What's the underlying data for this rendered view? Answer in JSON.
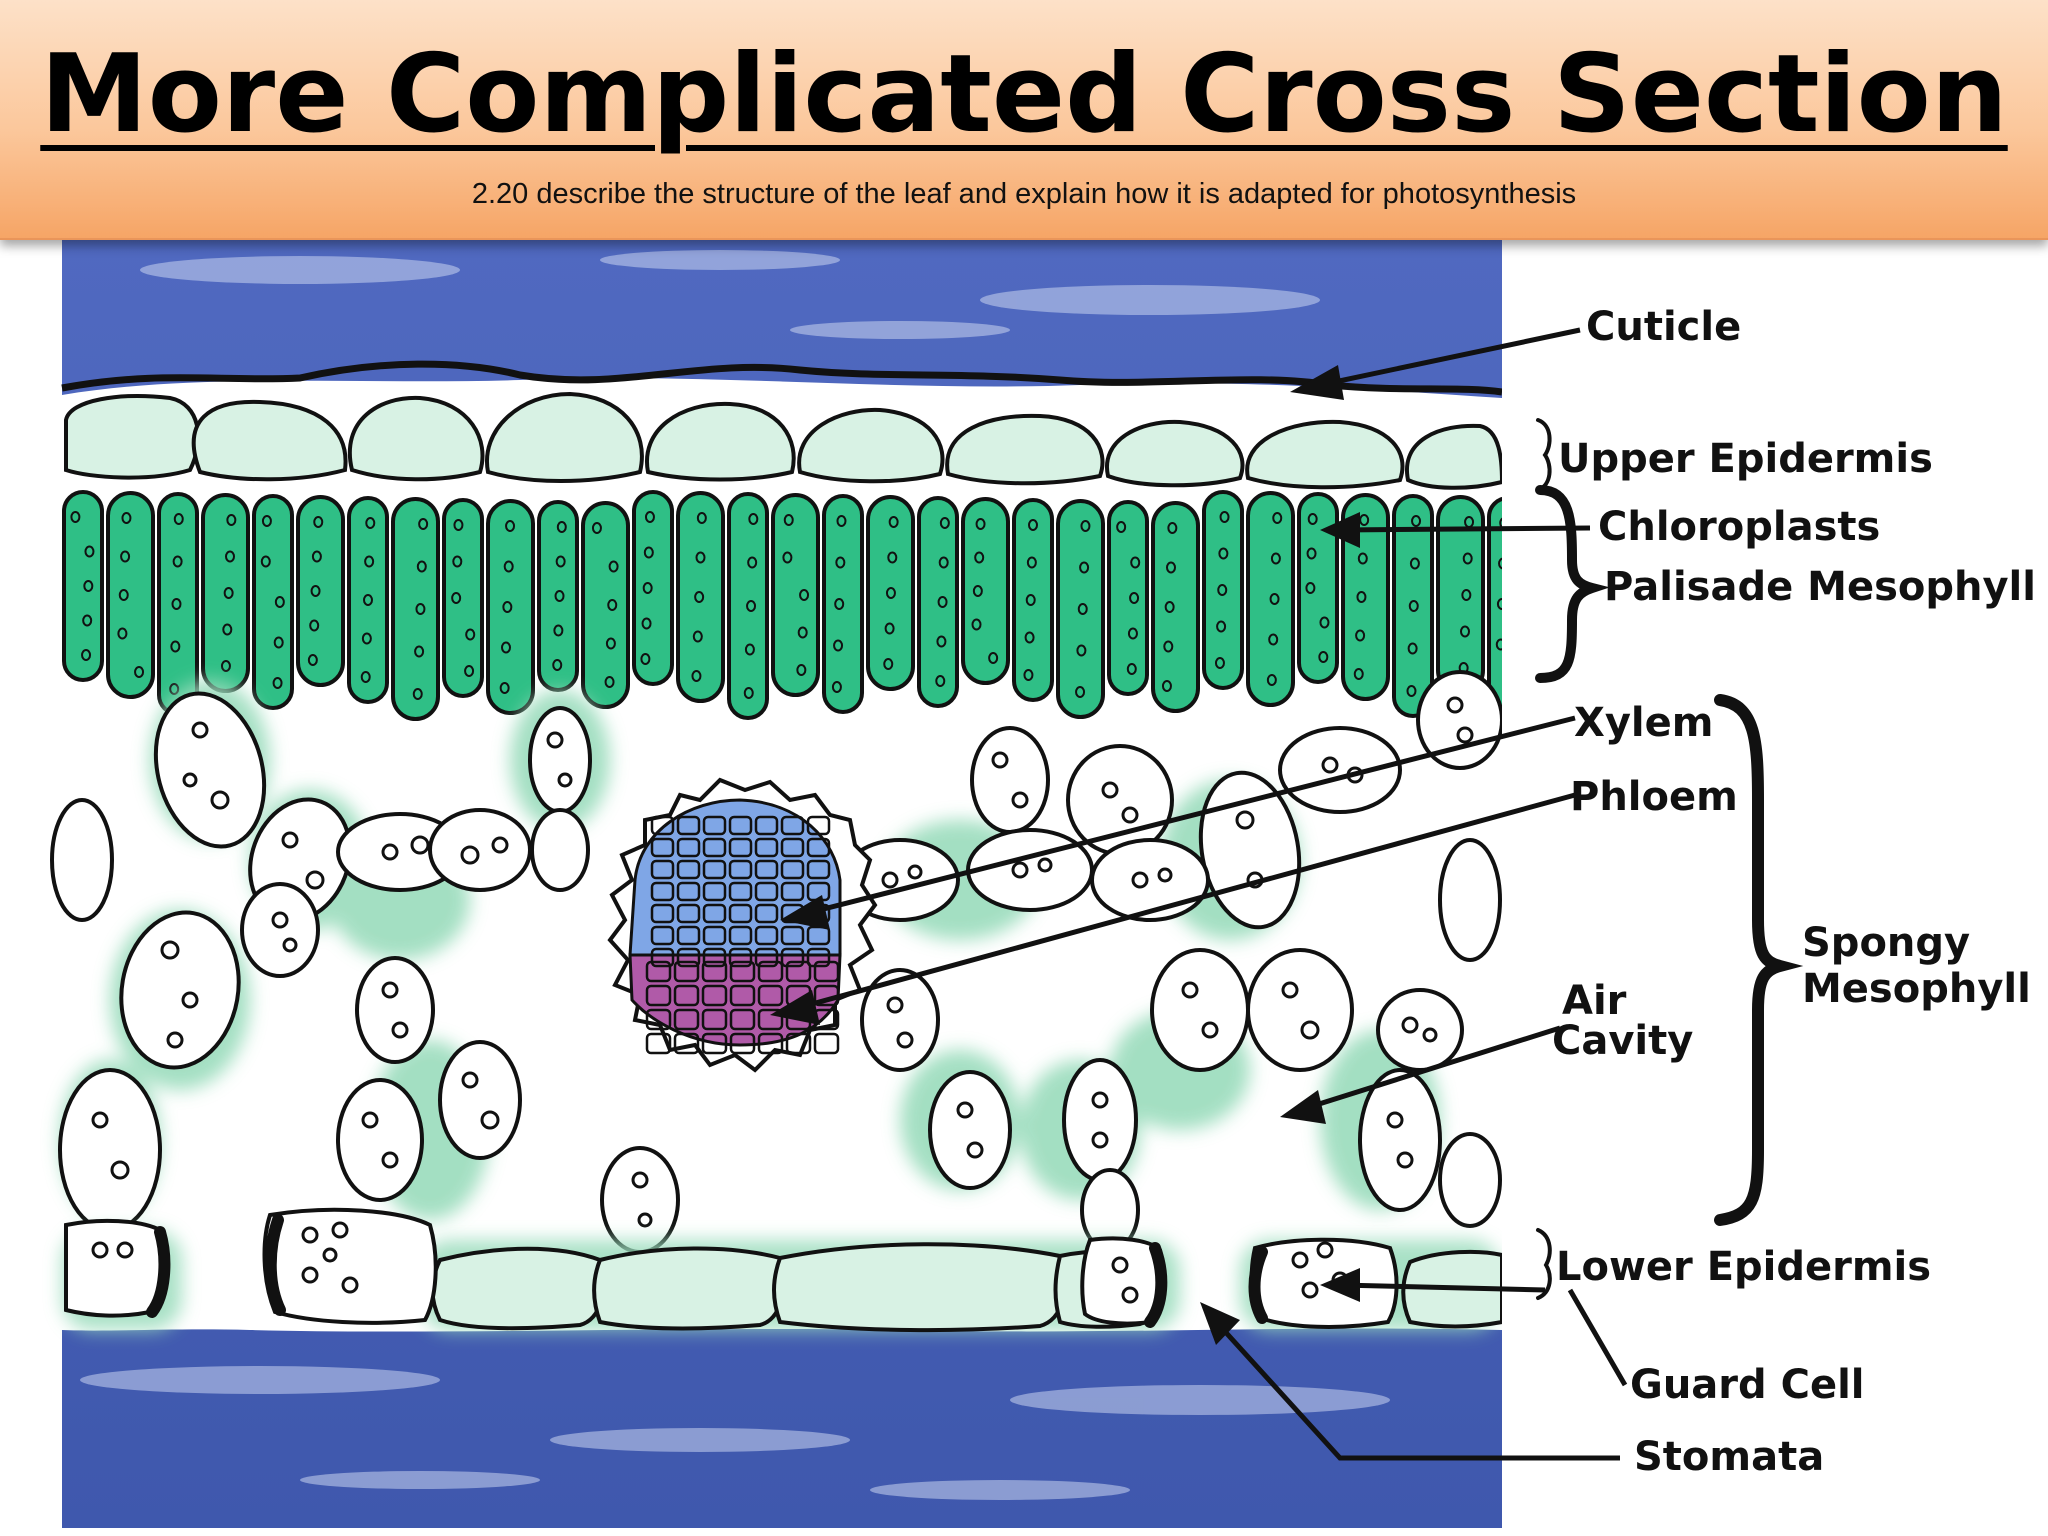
{
  "slide": {
    "title": "More Complicated Cross Section",
    "subtitle": "2.20 describe the structure of the leaf and explain how it is adapted for photosynthesis"
  },
  "diagram": {
    "labels": {
      "cuticle": "Cuticle",
      "upper_epidermis": "Upper Epidermis",
      "chloroplasts": "Chloroplasts",
      "palisade_mesophyll": "Palisade Mesophyll",
      "xylem": "Xylem",
      "phloem": "Phloem",
      "spongy_line1": "Spongy",
      "spongy_line2": "Mesophyll",
      "air_line1": "Air",
      "air_line2": "Cavity",
      "lower_epidermis": "Lower Epidermis",
      "guard_cell": "Guard Cell",
      "stomata": "Stomata"
    },
    "colors": {
      "background_blue": "#4a64b8",
      "cell_green": "#2fbf86",
      "cell_mint": "#d8f2e4",
      "halo_green": "#9adcbc",
      "xylem_blue": "#7fa6e6",
      "phloem_purple": "#b05aa8",
      "outline": "#111111"
    }
  }
}
